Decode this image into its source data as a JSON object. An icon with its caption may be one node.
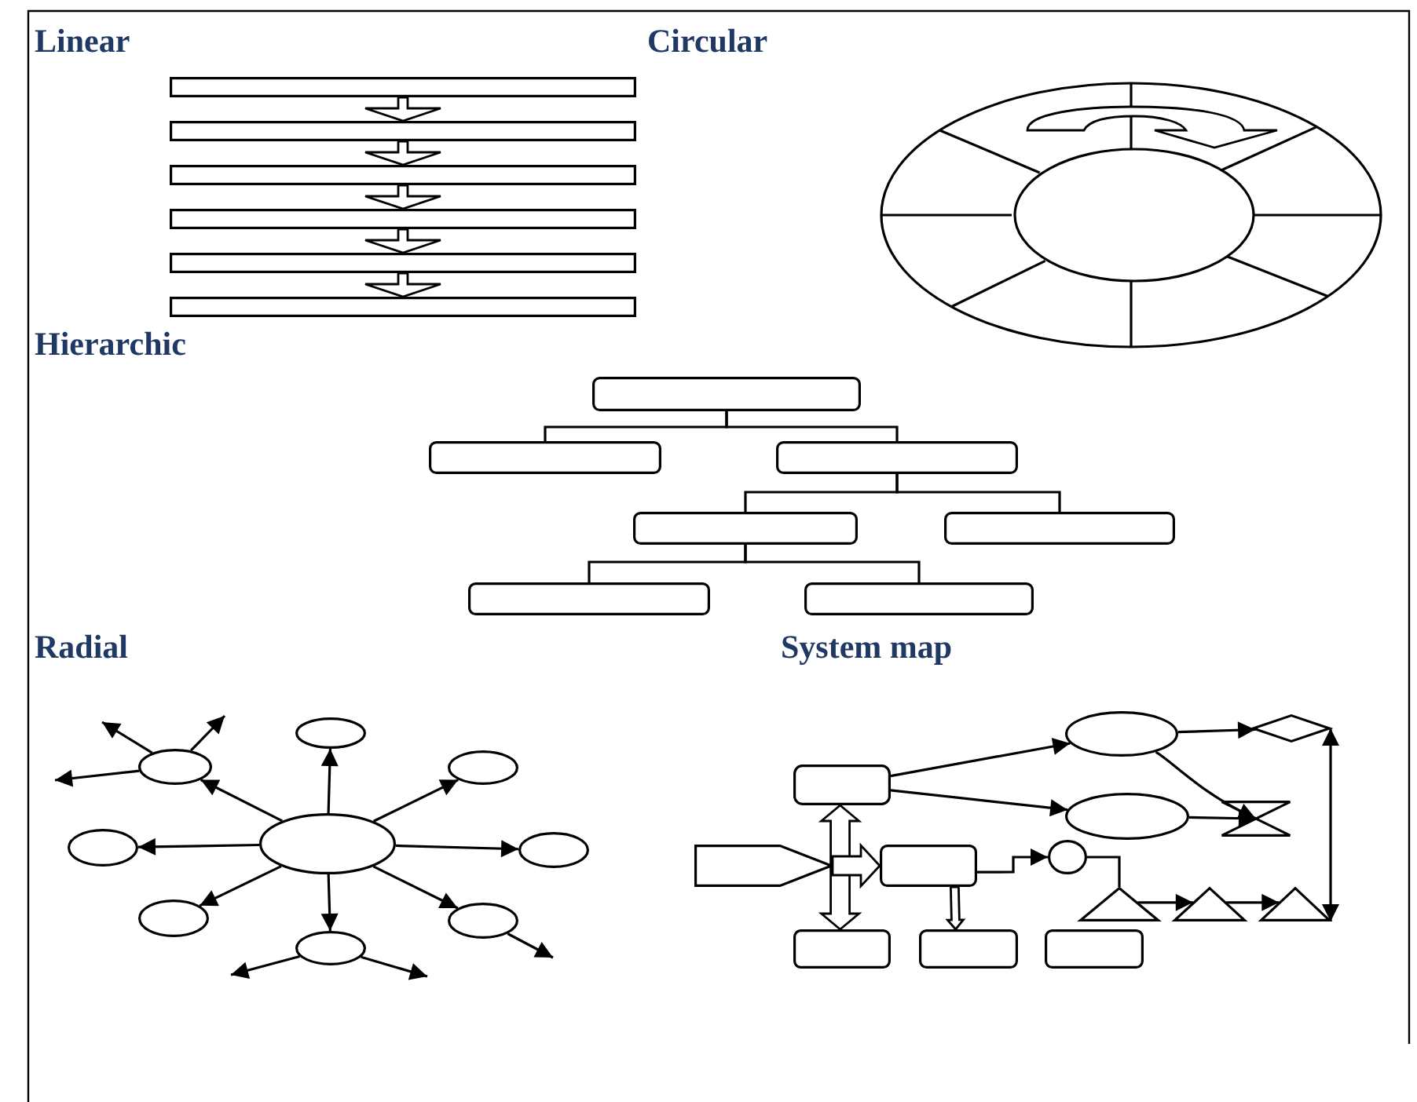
{
  "diagram": {
    "nodes": [
      {
        "text": [],
        "shape": "bar"
      },
      {
        "text": [],
        "shape": "bar"
      },
      {
        "text": [],
        "shape": "bar"
      },
      {
        "text": [],
        "shape": "bar"
      },
      {
        "text": [],
        "shape": "bar"
      },
      {
        "text": [],
        "shape": "bar"
      },
      {
        "text": [],
        "shape": "box"
      },
      {
        "text": [],
        "shape": "box"
      },
      {
        "text": [],
        "shape": "box"
      },
      {
        "text": [],
        "shape": "box"
      },
      {
        "text": [],
        "shape": "box"
      },
      {
        "text": [],
        "shape": "box"
      },
      {
        "text": [],
        "shape": "box"
      },
      {
        "text": [],
        "shape": "ellipse"
      },
      {
        "text": [],
        "shape": "ellipse"
      },
      {
        "text": [],
        "shape": "ellipse"
      },
      {
        "text": [],
        "shape": "ellipse"
      },
      {
        "text": [],
        "shape": "ellipse"
      },
      {
        "text": [],
        "shape": "ellipse"
      },
      {
        "text": [],
        "shape": "ellipse"
      },
      {
        "text": [],
        "shape": "ellipse"
      },
      {
        "text": [],
        "shape": "ellipse"
      },
      {
        "text": [],
        "shape": "ellipse"
      },
      {
        "text": [],
        "shape": "diamond"
      },
      {
        "text": [],
        "shape": "box"
      },
      {
        "text": [],
        "shape": "ellipse"
      },
      {
        "text": [],
        "shape": "hourglass"
      },
      {
        "text": [],
        "shape": "pentagon"
      },
      {
        "text": [],
        "shape": "box"
      },
      {
        "text": [],
        "shape": "circle"
      },
      {
        "text": [],
        "shape": "triangle"
      },
      {
        "text": [],
        "shape": "triangle"
      },
      {
        "text": [],
        "shape": "triangle"
      },
      {
        "text": [],
        "shape": "box"
      },
      {
        "text": [],
        "shape": "box"
      },
      {
        "text": [],
        "shape": "box"
      }
    ],
    "edges": [
      {
        "from": 0,
        "to": 1,
        "arrow": "to"
      },
      {
        "from": 1,
        "to": 2,
        "arrow": "to"
      },
      {
        "from": 2,
        "to": 3,
        "arrow": "to"
      },
      {
        "from": 3,
        "to": 4,
        "arrow": "to"
      },
      {
        "from": 4,
        "to": 5,
        "arrow": "to"
      },
      {
        "from": 6,
        "to": 7,
        "arrow": "none"
      },
      {
        "from": 6,
        "to": 8,
        "arrow": "none"
      },
      {
        "from": 8,
        "to": 9,
        "arrow": "none"
      },
      {
        "from": 8,
        "to": 10,
        "arrow": "none"
      },
      {
        "from": 9,
        "to": 11,
        "arrow": "none"
      },
      {
        "from": 9,
        "to": 12,
        "arrow": "none"
      },
      {
        "from": 13,
        "to": 14,
        "arrow": "to"
      },
      {
        "from": 13,
        "to": 15,
        "arrow": "to"
      },
      {
        "from": 13,
        "to": 16,
        "arrow": "to"
      },
      {
        "from": 13,
        "to": 17,
        "arrow": "to"
      },
      {
        "from": 13,
        "to": 18,
        "arrow": "to"
      },
      {
        "from": 13,
        "to": 19,
        "arrow": "to"
      },
      {
        "from": 13,
        "to": 20,
        "arrow": "to"
      },
      {
        "from": 13,
        "to": 21,
        "arrow": "to"
      },
      {
        "from": 14,
        "to": null,
        "arrow": "to"
      },
      {
        "from": 14,
        "to": null,
        "arrow": "to"
      },
      {
        "from": 14,
        "to": null,
        "arrow": "to"
      },
      {
        "from": 21,
        "to": null,
        "arrow": "to"
      },
      {
        "from": 20,
        "to": null,
        "arrow": "to"
      },
      {
        "from": 20,
        "to": null,
        "arrow": "to"
      },
      {
        "from": 24,
        "to": 22,
        "arrow": "to"
      },
      {
        "from": 24,
        "to": 25,
        "arrow": "to"
      },
      {
        "from": 22,
        "to": 23,
        "arrow": "to"
      },
      {
        "from": 22,
        "to": 26,
        "arrow": "to"
      },
      {
        "from": 25,
        "to": 26,
        "arrow": "to"
      },
      {
        "from": 23,
        "to": 32,
        "arrow": "both"
      },
      {
        "from": 24,
        "to": 33,
        "arrow": "both"
      },
      {
        "from": 27,
        "to": 28,
        "arrow": "to"
      },
      {
        "from": 28,
        "to": 34,
        "arrow": "to"
      },
      {
        "from": 28,
        "to": 29,
        "arrow": "to"
      },
      {
        "from": 29,
        "to": 30,
        "arrow": "none"
      },
      {
        "from": 30,
        "to": 31,
        "arrow": "to"
      },
      {
        "from": 31,
        "to": 32,
        "arrow": "to"
      }
    ],
    "labels": [
      "Linear",
      "Circular",
      "Hierarchic",
      "Radial",
      "System map"
    ]
  }
}
